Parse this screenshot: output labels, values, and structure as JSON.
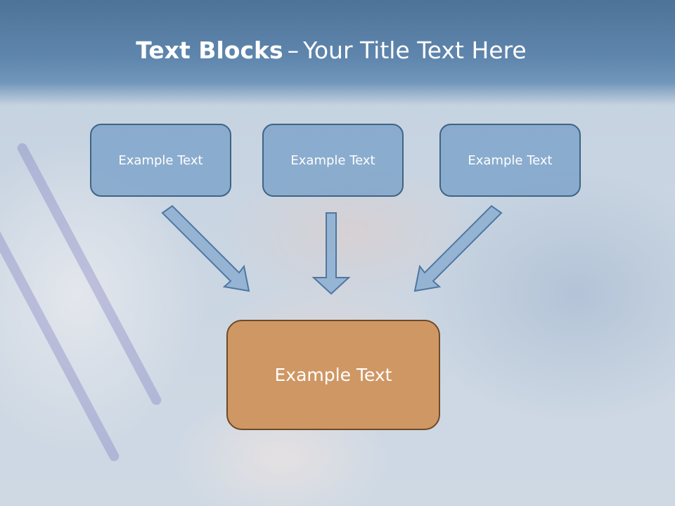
{
  "title": {
    "bold": "Text Blocks",
    "separator": "–",
    "rest": "Your Title Text Here"
  },
  "blocks": [
    {
      "label": "Example Text"
    },
    {
      "label": "Example Text"
    },
    {
      "label": "Example Text"
    }
  ],
  "center_block": {
    "label": "Example Text"
  },
  "colors": {
    "title_band": "#5f86ad",
    "small_box_fill": "#78a0c8",
    "small_box_border": "#3f6485",
    "big_box_fill": "#cf9764",
    "big_box_border": "#6e4a26",
    "arrow_fill": "#8fb0d2",
    "arrow_stroke": "#4f77a0"
  }
}
